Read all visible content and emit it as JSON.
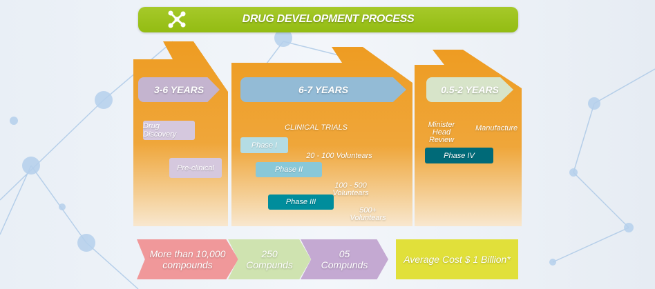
{
  "title": "DRUG DEVELOPMENT PROCESS",
  "stages": [
    {
      "duration": "3-6 YEARS",
      "items": [
        "Drug Discovery",
        "Pre-clinical"
      ]
    },
    {
      "duration": "6-7 YEARS",
      "heading": "CLINICAL TRIALS",
      "phases": [
        {
          "label": "Phase I",
          "volunteers": "20 - 100 Voluntears"
        },
        {
          "label": "Phase II",
          "volunteers": "100 - 500 Voluntears"
        },
        {
          "label": "Phase III",
          "volunteers": "500+ Voluntears"
        }
      ]
    },
    {
      "duration": "0.5-2 YEARS",
      "items": [
        "Minister Head Review",
        "Manufacture"
      ],
      "phase": "Phase IV"
    }
  ],
  "funnel": [
    {
      "line1": "More than 10,000",
      "line2": "compounds"
    },
    {
      "line1": "250",
      "line2": "Compunds"
    },
    {
      "line1": "05",
      "line2": "Compunds"
    }
  ],
  "cost": "Average Cost $ 1 Billion*",
  "colors": {
    "title": "#96bf14",
    "panel": "#ee9f27",
    "pill1": "#c4b4cf",
    "pill2": "#93bbd6",
    "pill3": "#d7e4c9",
    "cost": "#e1e03a"
  }
}
